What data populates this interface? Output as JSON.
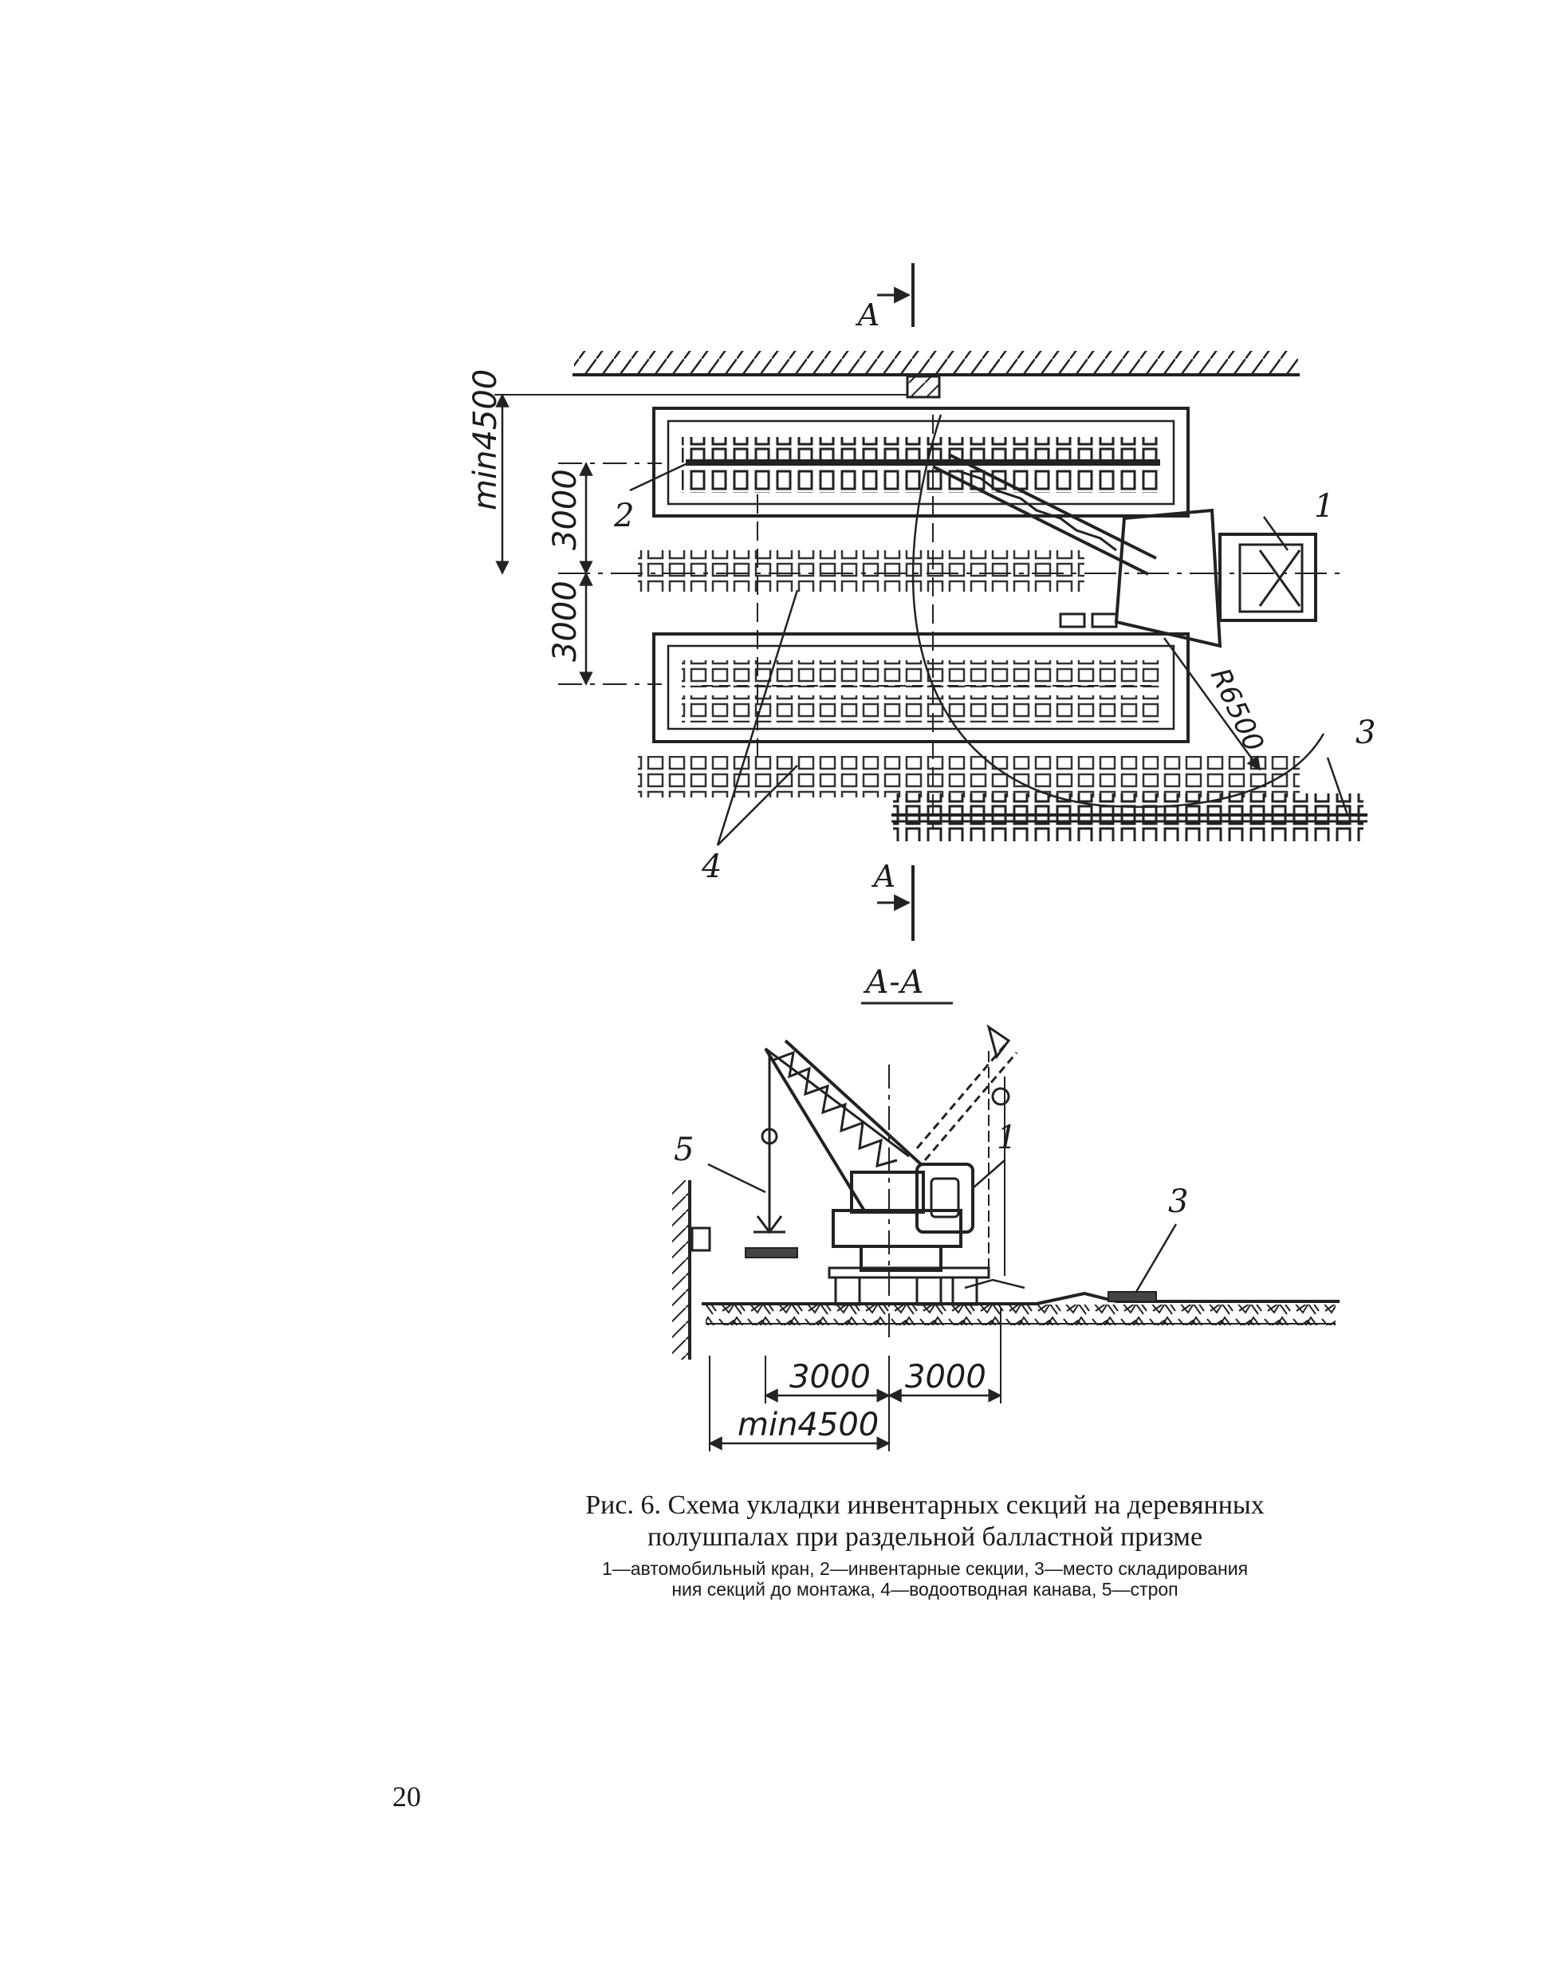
{
  "figure": {
    "plan": {
      "section_marker_top": "А",
      "section_marker_bottom": "А",
      "dim_min": "min4500",
      "dim_3000_upper": "3000",
      "dim_3000_lower": "3000",
      "radius": "R6500",
      "callout_1": "1",
      "callout_2": "2",
      "callout_3": "3",
      "callout_4": "4"
    },
    "section": {
      "title": "А-А",
      "callout_1": "1",
      "callout_3": "3",
      "callout_5": "5",
      "dim_3000_left": "3000",
      "dim_3000_right": "3000",
      "dim_min": "min4500"
    }
  },
  "caption": {
    "title_line1": "Рис. 6. Схема укладки инвентарных секций на деревянных",
    "title_line2": "полушпалах при раздельной балластной призме",
    "legend_line1": "1—автомобильный кран, 2—инвентарные секции, 3—место складирования",
    "legend_line2": "ния секций до монтажа, 4—водоотводная канава, 5—строп"
  },
  "page_number": "20"
}
